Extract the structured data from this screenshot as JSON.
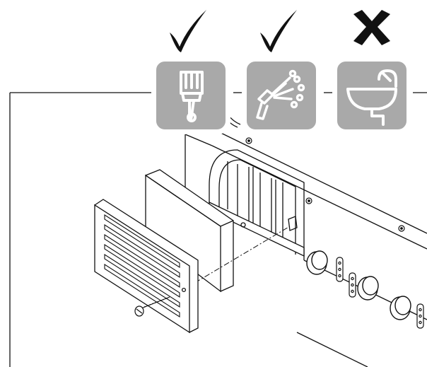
{
  "instructions": [
    {
      "method": "brush",
      "verdict": "allowed",
      "mark": "check"
    },
    {
      "method": "compressed-air",
      "verdict": "allowed",
      "mark": "check"
    },
    {
      "method": "water",
      "verdict": "not-allowed",
      "mark": "cross"
    }
  ],
  "icons": {
    "tile": "rounded-square-icon",
    "brush": "paintbrush-icon",
    "air": "air-blower-nozzle-icon",
    "water": "faucet-sink-icon",
    "check": "check-mark-icon",
    "cross": "cross-mark-icon"
  },
  "colors": {
    "tile_fill": "#a9a9a9",
    "tile_border": "#ffffff",
    "line": "#111111",
    "background": "#ffffff"
  }
}
